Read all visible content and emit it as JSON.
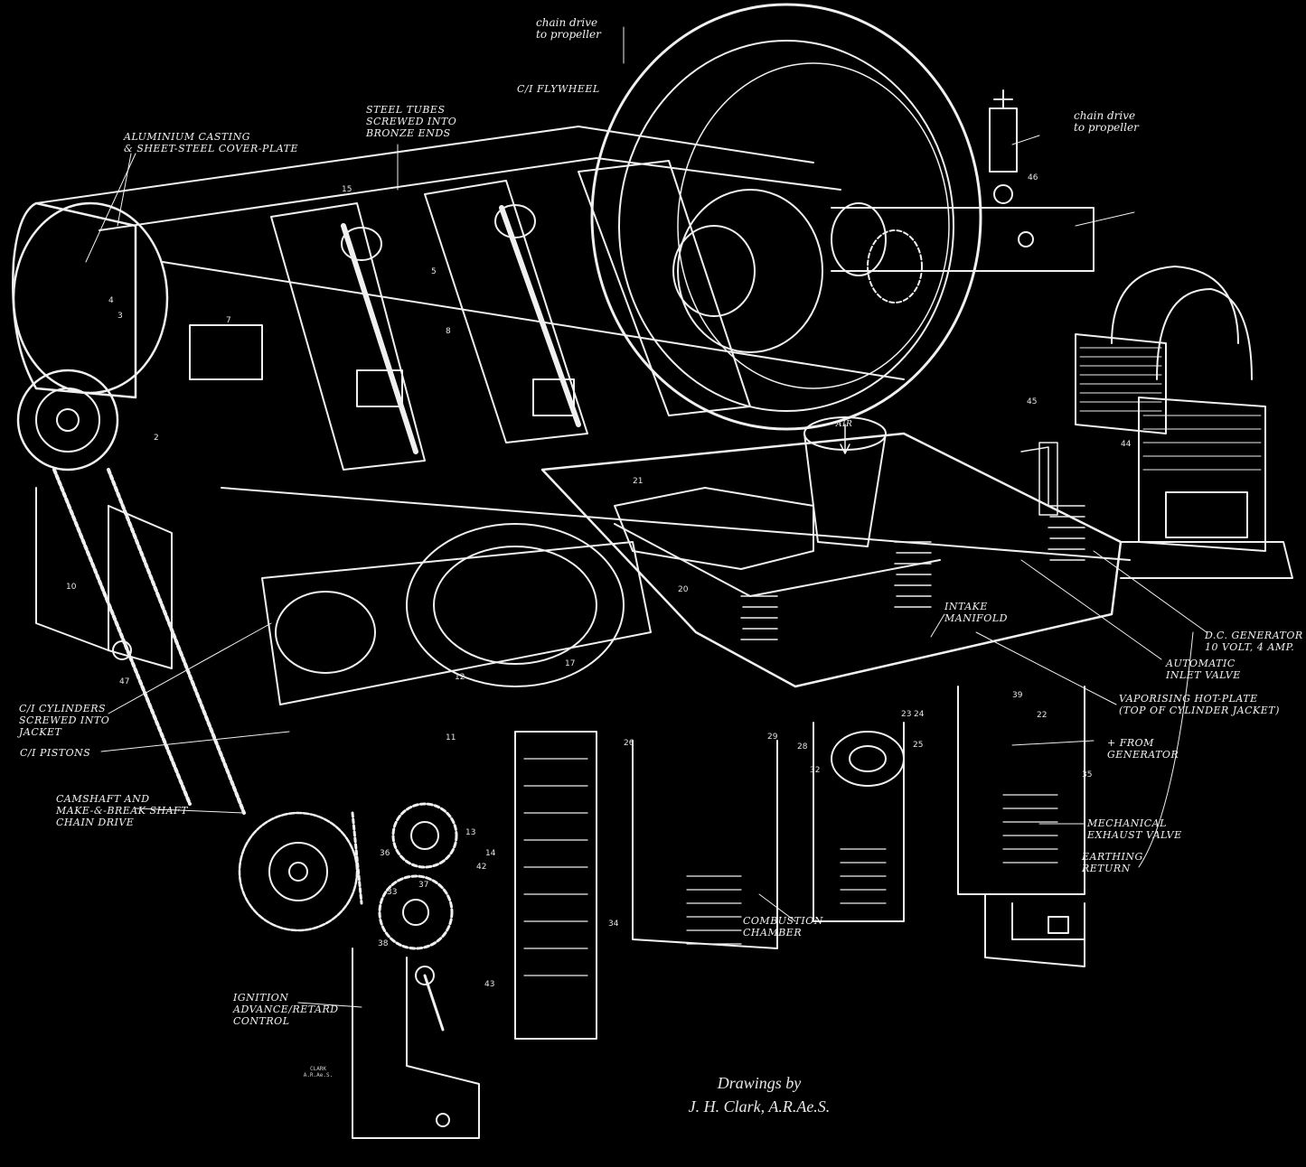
{
  "labels": {
    "chain_drive_top": "chain drive\nto propeller",
    "flywheel": "C/I FLYWHEEL",
    "steel_tubes": "STEEL TUBES\nSCREWED INTO\nBRONZE ENDS",
    "aluminium_casting": "ALUMINIUM CASTING\n& SHEET-STEEL COVER-PLATE",
    "chain_drive_right": "chain drive\nto propeller",
    "intake_manifold": "INTAKE\nMANIFOLD",
    "dc_generator": "D.C. GENERATOR\n10 VOLT, 4 AMP.",
    "automatic_inlet_valve": "AUTOMATIC\nINLET VALVE",
    "vaporising_hot_plate": "VAPORISING HOT-PLATE\n(TOP OF CYLINDER JACKET)",
    "from_generator": "+ FROM\nGENERATOR",
    "mechanical_exhaust_valve": "MECHANICAL\nEXHAUST VALVE",
    "earthing_return": "EARTHING\nRETURN",
    "cylinders": "C/I CYLINDERS\nSCREWED INTO\nJACKET",
    "pistons": "C/I PISTONS",
    "camshaft": "CAMSHAFT AND\nMAKE-&-BREAK SHAFT\nCHAIN DRIVE",
    "combustion_chamber": "COMBUSTION\nCHAMBER",
    "ignition": "IGNITION\nADVANCE/RETARD\nCONTROL",
    "air": "AIR"
  },
  "part_numbers": [
    "4",
    "3",
    "2",
    "10",
    "47",
    "7",
    "8",
    "5",
    "15",
    "21",
    "20",
    "17",
    "11",
    "36",
    "37",
    "33",
    "38",
    "43",
    "34",
    "26",
    "29",
    "28",
    "32",
    "22",
    "23",
    "24",
    "25",
    "39",
    "35",
    "45",
    "44",
    "46",
    "12",
    "14",
    "42",
    "13"
  ],
  "signature": "CLARK\nA.R.Ae.S.",
  "credit": {
    "line1": "Drawings by",
    "line2": "J. H. Clark, A.R.Ae.S."
  },
  "colors": {
    "background": "#000000",
    "ink": "#f2f2f2"
  }
}
